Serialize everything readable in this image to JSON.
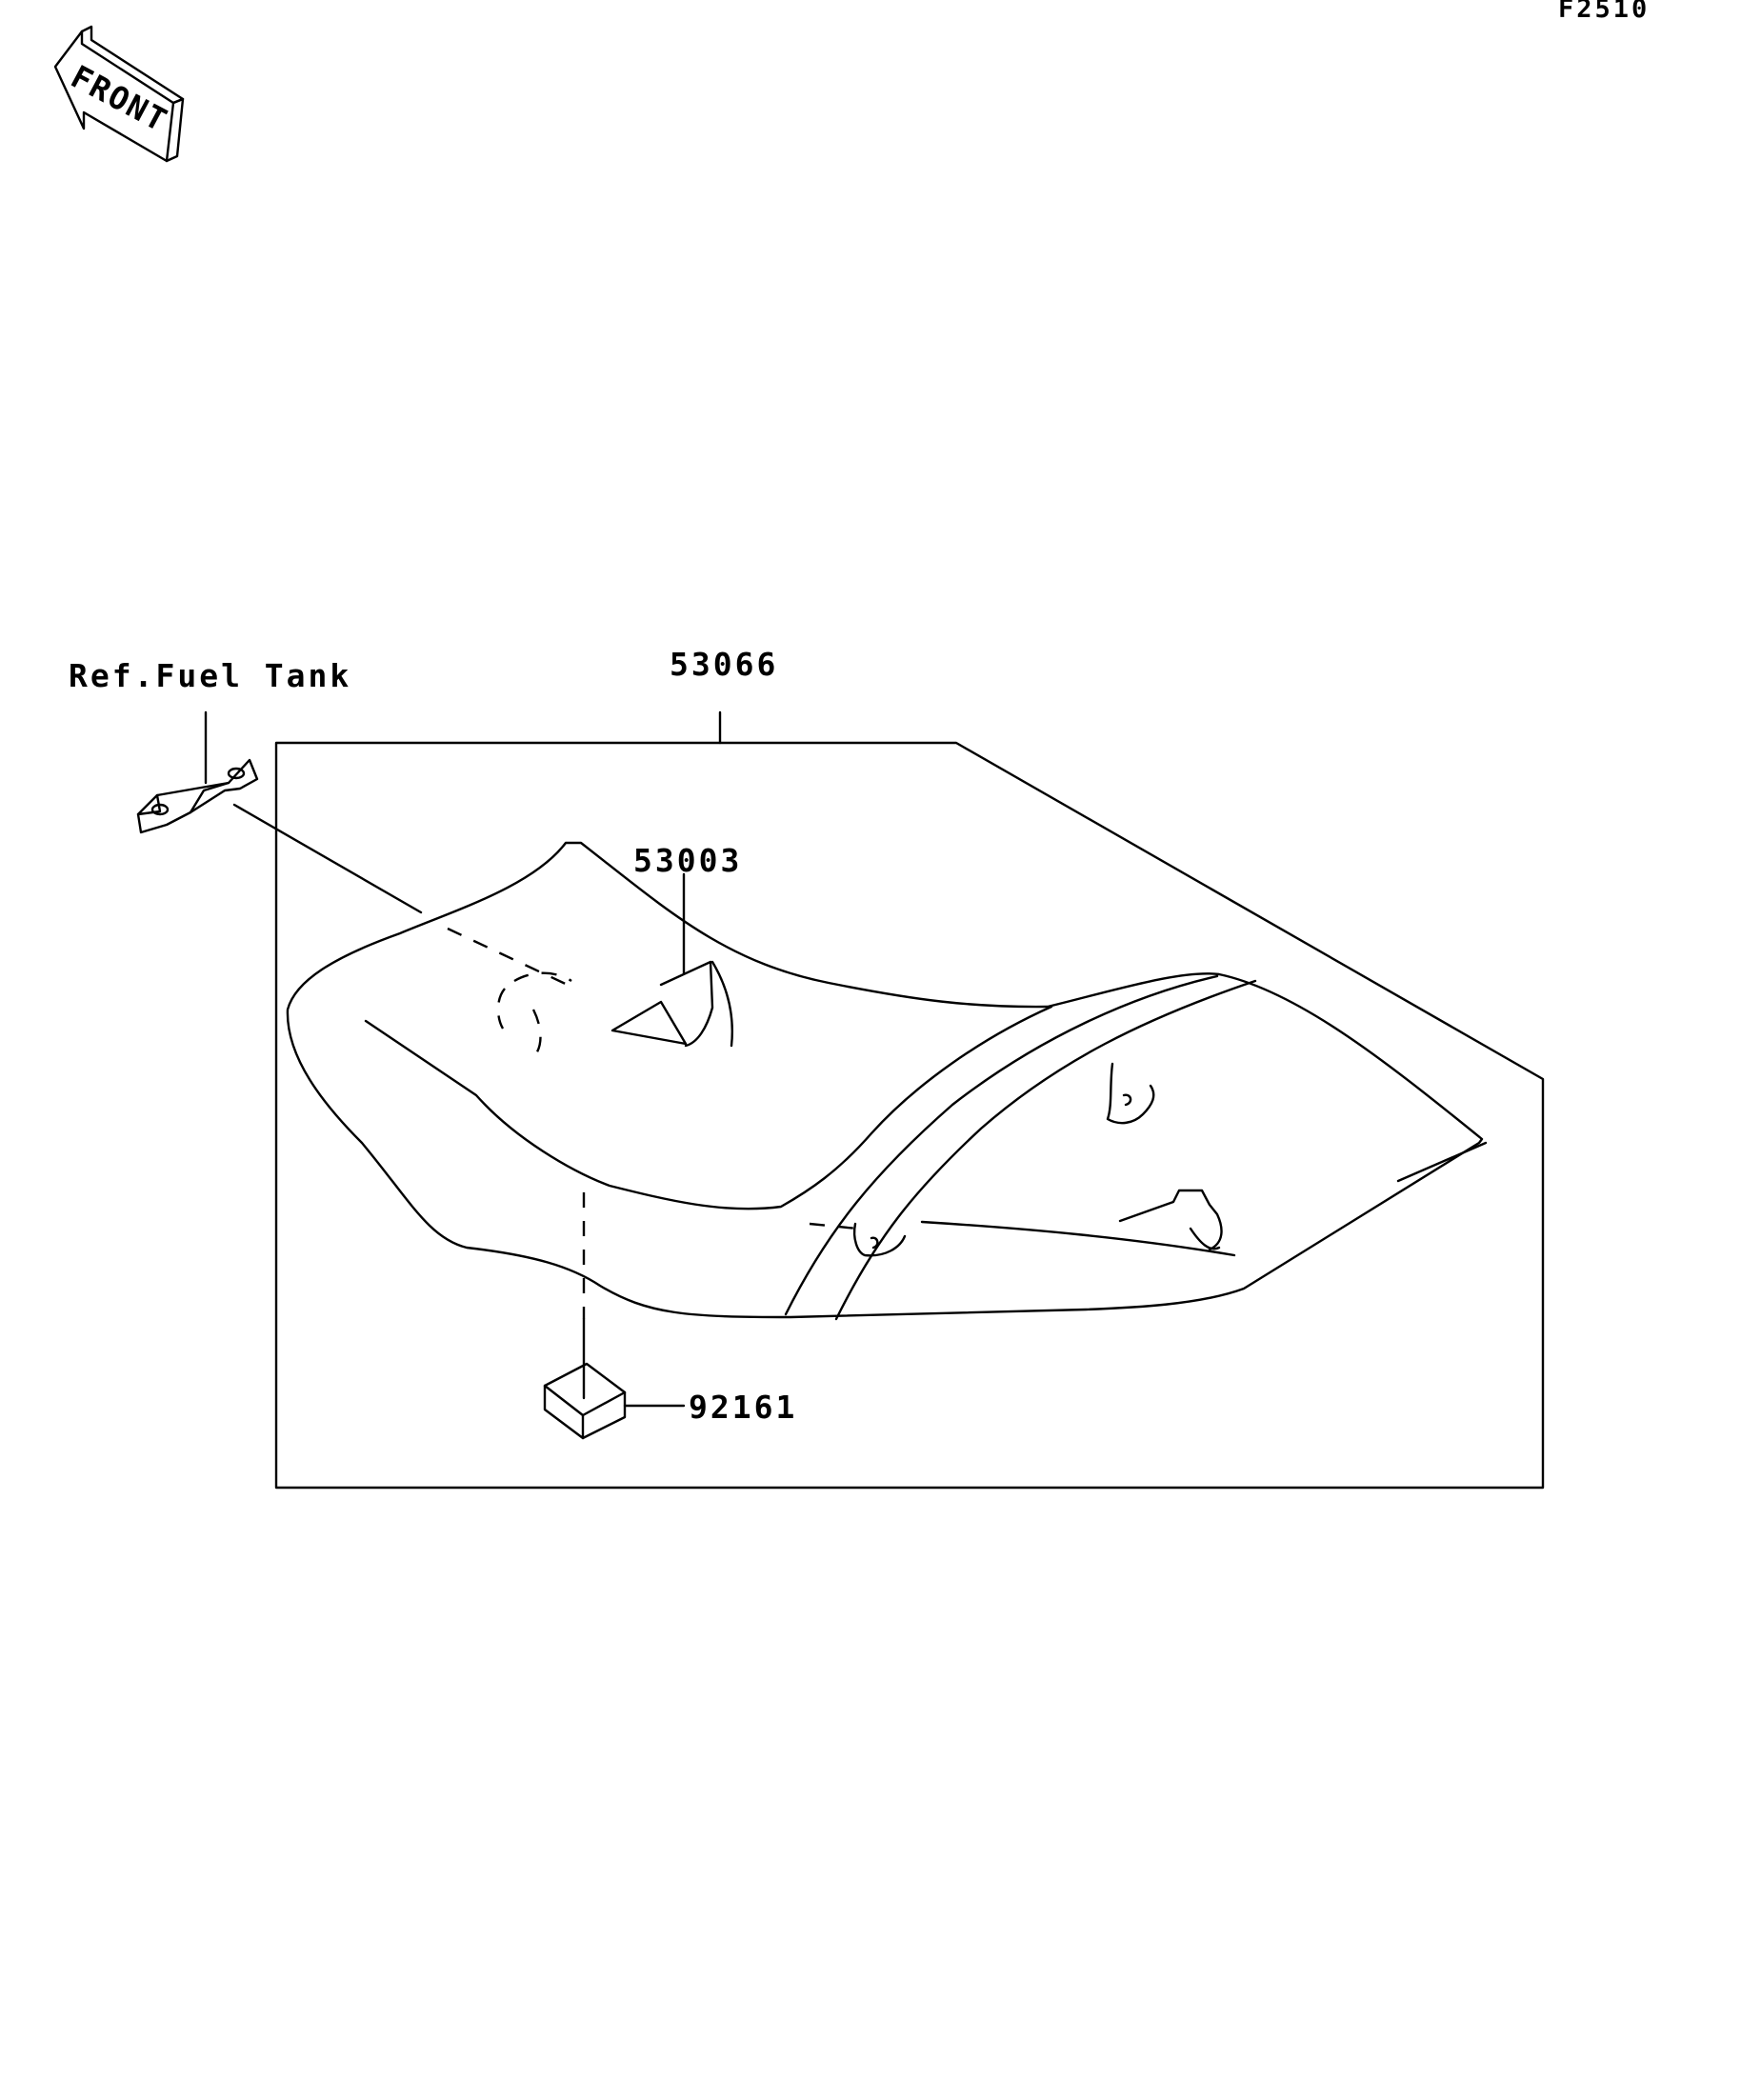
{
  "diagram_code": "F2510",
  "front_badge": {
    "text": "FRONT",
    "icon": "front-arrow-icon"
  },
  "reference_label": "Ref.Fuel Tank",
  "parts": {
    "seat": "53066",
    "label": "53003",
    "pad": "92161"
  },
  "colors": {
    "line": "#000000",
    "background": "#ffffff"
  }
}
